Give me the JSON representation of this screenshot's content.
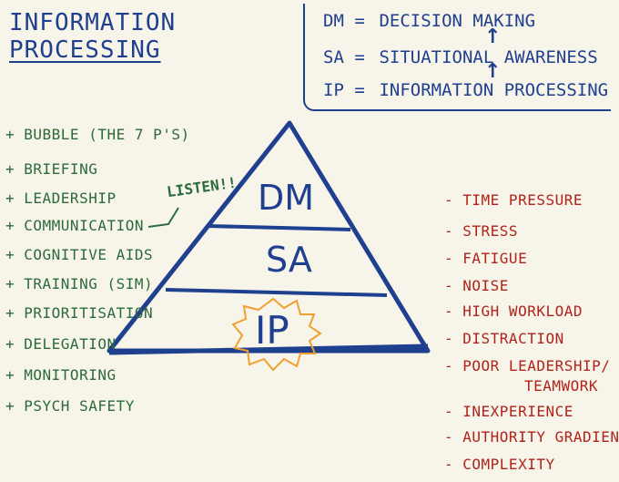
{
  "title": {
    "line1": "INFORMATION",
    "line2": "PROCESSING"
  },
  "legend": [
    {
      "abbr": "DM =",
      "text": "DECISION MAKING"
    },
    {
      "abbr": "SA =",
      "text": "SITUATIONAL AWARENESS"
    },
    {
      "abbr": "IP =",
      "text": "INFORMATION PROCESSING"
    }
  ],
  "pyramid": {
    "top": "DM",
    "middle": "SA",
    "bottom": "IP"
  },
  "callout": "LISTEN!!",
  "positives": [
    "+ BUBBLE (THE 7 P'S)",
    "+ BRIEFING",
    "+ LEADERSHIP",
    "+ COMMUNICATION",
    "+ COGNITIVE AIDS",
    "+ TRAINING (SIM)",
    "+ PRIORITISATION",
    "+ DELEGATION",
    "+ MONITORING",
    "+ PSYCH SAFETY"
  ],
  "negatives": [
    "- TIME PRESSURE",
    "- STRESS",
    "- FATIGUE",
    "- NOISE",
    "- HIGH WORKLOAD",
    "- DISTRACTION",
    "- POOR LEADERSHIP/",
    "TEAMWORK",
    "- INEXPERIENCE",
    "- AUTHORITY GRADIENT",
    "- COMPLEXITY"
  ],
  "colors": {
    "blue": "#1f3f8f",
    "green": "#2c6a3b",
    "red": "#b0241a",
    "orange": "#f0a030"
  }
}
